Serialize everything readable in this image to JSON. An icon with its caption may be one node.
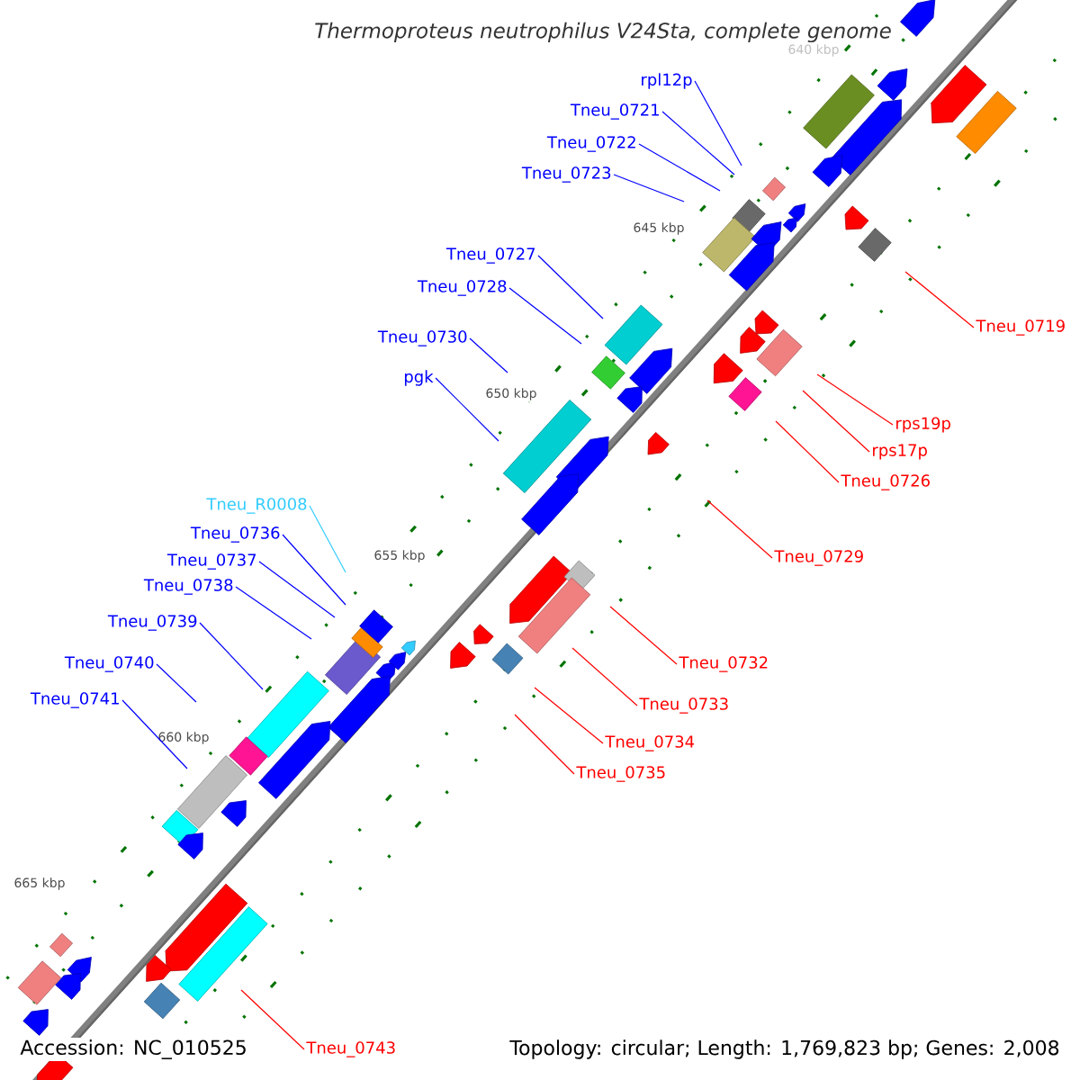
{
  "diagram": {
    "title": "Thermoproteus neutrophilus V24Sta, complete genome",
    "nodes": [
      {
        "text": [
          "rpl12p"
        ]
      },
      {
        "text": [
          "Tneu_0721"
        ]
      },
      {
        "text": [
          "Tneu_0722"
        ]
      },
      {
        "text": [
          "Tneu_0723"
        ]
      },
      {
        "text": [
          "Tneu_0727"
        ]
      },
      {
        "text": [
          "Tneu_0728"
        ]
      },
      {
        "text": [
          "Tneu_0730"
        ]
      },
      {
        "text": [
          "pgk"
        ]
      },
      {
        "text": [
          "Tneu_R0008"
        ]
      },
      {
        "text": [
          "Tneu_0736"
        ]
      },
      {
        "text": [
          "Tneu_0737"
        ]
      },
      {
        "text": [
          "Tneu_0738"
        ]
      },
      {
        "text": [
          "Tneu_0739"
        ]
      },
      {
        "text": [
          "Tneu_0740"
        ]
      },
      {
        "text": [
          "Tneu_0741"
        ]
      },
      {
        "text": [
          "Tneu_0719"
        ]
      },
      {
        "text": [
          "rps19p"
        ]
      },
      {
        "text": [
          "rps17p"
        ]
      },
      {
        "text": [
          "Tneu_0726"
        ]
      },
      {
        "text": [
          "Tneu_0729"
        ]
      },
      {
        "text": [
          "Tneu_0732"
        ]
      },
      {
        "text": [
          "Tneu_0733"
        ]
      },
      {
        "text": [
          "Tneu_0734"
        ]
      },
      {
        "text": [
          "Tneu_0735"
        ]
      },
      {
        "text": [
          "Tneu_0743"
        ]
      }
    ],
    "edges": [
      {
        "from": 0,
        "to": null,
        "arrow": "none"
      },
      {
        "from": 1,
        "to": null,
        "arrow": "none"
      },
      {
        "from": 2,
        "to": null,
        "arrow": "none"
      },
      {
        "from": 3,
        "to": null,
        "arrow": "none"
      },
      {
        "from": 4,
        "to": null,
        "arrow": "none"
      },
      {
        "from": 5,
        "to": null,
        "arrow": "none"
      },
      {
        "from": 6,
        "to": null,
        "arrow": "none"
      },
      {
        "from": 7,
        "to": null,
        "arrow": "none"
      },
      {
        "from": 8,
        "to": null,
        "arrow": "none",
        "color": "#33ccff"
      },
      {
        "from": 9,
        "to": null,
        "arrow": "none"
      },
      {
        "from": 10,
        "to": null,
        "arrow": "none"
      },
      {
        "from": 11,
        "to": null,
        "arrow": "none"
      },
      {
        "from": 12,
        "to": null,
        "arrow": "none"
      },
      {
        "from": 13,
        "to": null,
        "arrow": "none"
      },
      {
        "from": 14,
        "to": null,
        "arrow": "none"
      },
      {
        "from": 15,
        "to": null,
        "arrow": "none",
        "color": "#ff0000"
      },
      {
        "from": 16,
        "to": null,
        "arrow": "none",
        "color": "#ff0000"
      },
      {
        "from": 17,
        "to": null,
        "arrow": "none",
        "color": "#ff0000"
      },
      {
        "from": 18,
        "to": null,
        "arrow": "none",
        "color": "#ff0000"
      },
      {
        "from": 19,
        "to": null,
        "arrow": "none",
        "color": "#ff0000"
      },
      {
        "from": 20,
        "to": null,
        "arrow": "none",
        "color": "#ff0000"
      },
      {
        "from": 21,
        "to": null,
        "arrow": "none",
        "color": "#ff0000"
      },
      {
        "from": 22,
        "to": null,
        "arrow": "none",
        "color": "#ff0000"
      },
      {
        "from": 23,
        "to": null,
        "arrow": "none",
        "color": "#ff0000"
      },
      {
        "from": 24,
        "to": null,
        "arrow": "none",
        "color": "#ff0000"
      }
    ],
    "labels": [
      "640 kbp",
      "645 kbp",
      "650 kbp",
      "655 kbp",
      "660 kbp",
      "665 kbp",
      "Accession: NC_010525",
      "Topology: circular; Length: 1,769,823 bp; Genes: 2,008"
    ]
  }
}
